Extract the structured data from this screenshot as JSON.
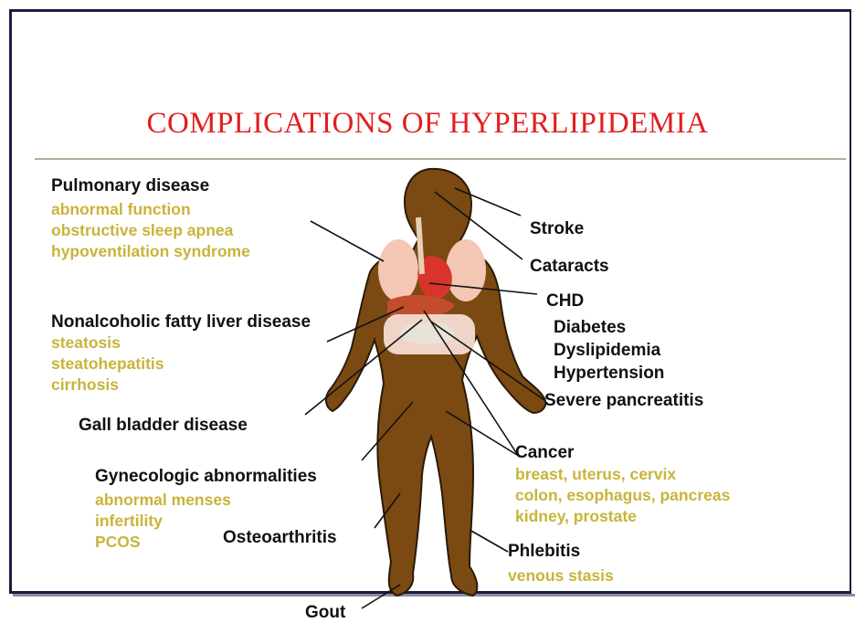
{
  "title": "COMPLICATIONS OF HYPERLIPIDEMIA",
  "colors": {
    "title": "#e11f1f",
    "heading": "#111111",
    "detail": "#c8b43a",
    "body": "#7a4a12",
    "frame": "#1c1c3c"
  },
  "left": {
    "pulmonary": {
      "heading": "Pulmonary disease",
      "details": [
        "abnormal function",
        "obstructive sleep apnea",
        "hypoventilation syndrome"
      ]
    },
    "liver": {
      "heading": "Nonalcoholic fatty liver disease",
      "details": [
        "steatosis",
        "steatohepatitis",
        "cirrhosis"
      ]
    },
    "gallbladder": {
      "heading": "Gall bladder disease"
    },
    "gynecologic": {
      "heading": "Gynecologic abnormalities",
      "details": [
        "abnormal menses",
        "infertility",
        "PCOS"
      ]
    },
    "osteoarthritis": {
      "heading": "Osteoarthritis"
    },
    "gout": {
      "heading": "Gout"
    }
  },
  "right": {
    "stroke": {
      "heading": "Stroke"
    },
    "cataracts": {
      "heading": "Cataracts"
    },
    "chd": {
      "heading": "CHD",
      "related": [
        "Diabetes",
        "Dyslipidemia",
        "Hypertension"
      ]
    },
    "pancreatitis": {
      "heading": "Severe pancreatitis"
    },
    "cancer": {
      "heading": "Cancer",
      "details": [
        "breast, uterus, cervix",
        "colon, esophagus, pancreas",
        "kidney, prostate"
      ]
    },
    "phlebitis": {
      "heading": "Phlebitis",
      "details": [
        "venous stasis"
      ]
    }
  }
}
